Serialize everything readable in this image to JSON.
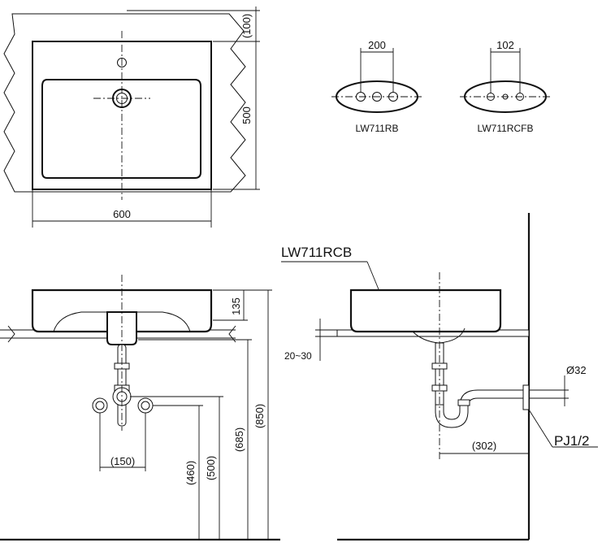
{
  "top_view": {
    "dim_width": "600",
    "dim_depth": "500",
    "dim_tap_offset": "(100)"
  },
  "tap_variants": [
    {
      "model": "LW711RB",
      "spacing": "200"
    },
    {
      "model": "LW711RCFB",
      "spacing": "102"
    }
  ],
  "front_view": {
    "dim_bowl_height": "135",
    "dim_valve_spacing": "(150)",
    "dim_valve_height": "(460)",
    "dim_trap_outlet_height": "(500)",
    "dim_waste_height": "(685)",
    "dim_rim_height": "(850)"
  },
  "side_view": {
    "model_label": "LW711RCB",
    "dim_counter_thickness": "20~30",
    "dim_pipe_diameter": "Ø32",
    "dim_trap_projection": "(302)",
    "thread_label": "PJ1/2"
  }
}
